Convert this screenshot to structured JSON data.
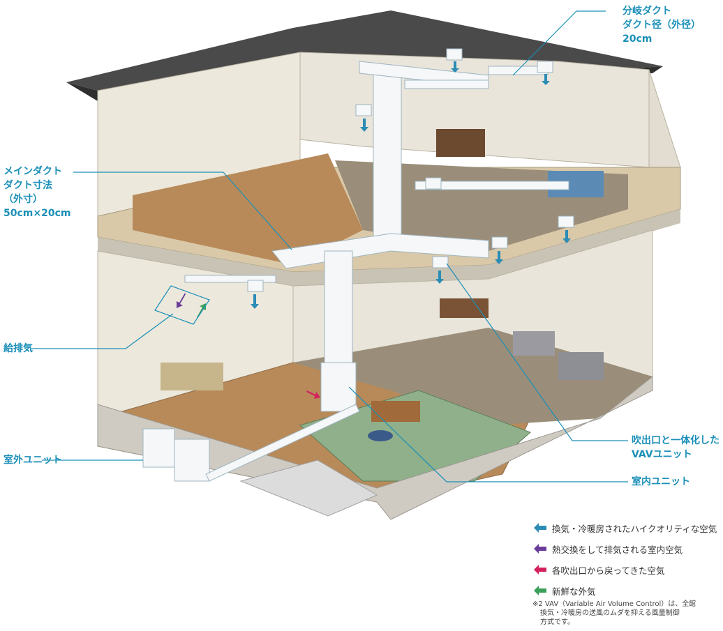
{
  "callouts": {
    "branch_duct": "分岐ダクト\nダクト径（外径）20cm",
    "main_duct": "メインダクト\nダクト寸法\n（外寸）\n50cm×20cm",
    "supply_exhaust": "給排気",
    "outdoor_unit": "室外ユニット",
    "vav_unit": "吹出口と一体化した\nVAVユニット",
    "indoor_unit": "室内ユニット"
  },
  "legend": [
    {
      "label": "換気・冷暖房されたハイクオリティな空気",
      "color": "#2b8cb5"
    },
    {
      "label": "熱交換をして排気される室内空気",
      "color": "#6a3d9a"
    },
    {
      "label": "各吹出口から戻ってきた空気",
      "color": "#d4215e"
    },
    {
      "label": "新鮮な外気",
      "color": "#3aa05a"
    }
  ],
  "note": {
    "line1": "※2 VAV（Variable Air Volume Control）は、全館",
    "line2": "換気・冷暖房の送風のムダを抑える風量制御",
    "line3": "方式です。"
  },
  "colors": {
    "roof": "#4a4a4a",
    "wall": "#ece8dc",
    "floor_wood": "#b88a5a",
    "carpet": "#9a8e7a",
    "tatami": "#8fb08a",
    "duct": "#f5f7f8",
    "leader": "#1a8fb8"
  }
}
